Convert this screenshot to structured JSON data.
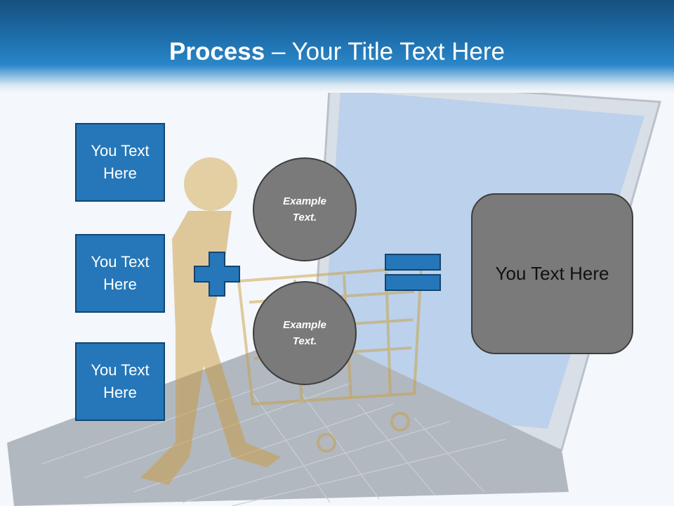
{
  "title": {
    "bold": "Process",
    "rest": " – Your Title Text Here"
  },
  "left_boxes": [
    "You Text\nHere",
    "You Text\nHere",
    "You Text\nHere"
  ],
  "circles": [
    "Example\nText.",
    "Example\nText."
  ],
  "result_text": "You Text Here",
  "colors": {
    "header": "#1d6eaa",
    "box_fill": "#2577b9",
    "box_border": "#12456f",
    "gray_fill": "#7a7a7a",
    "gray_border": "#3d3d3d"
  },
  "icons": [
    "plus-icon",
    "equals-icon",
    "laptop-illustration",
    "figure-with-cart-illustration"
  ]
}
